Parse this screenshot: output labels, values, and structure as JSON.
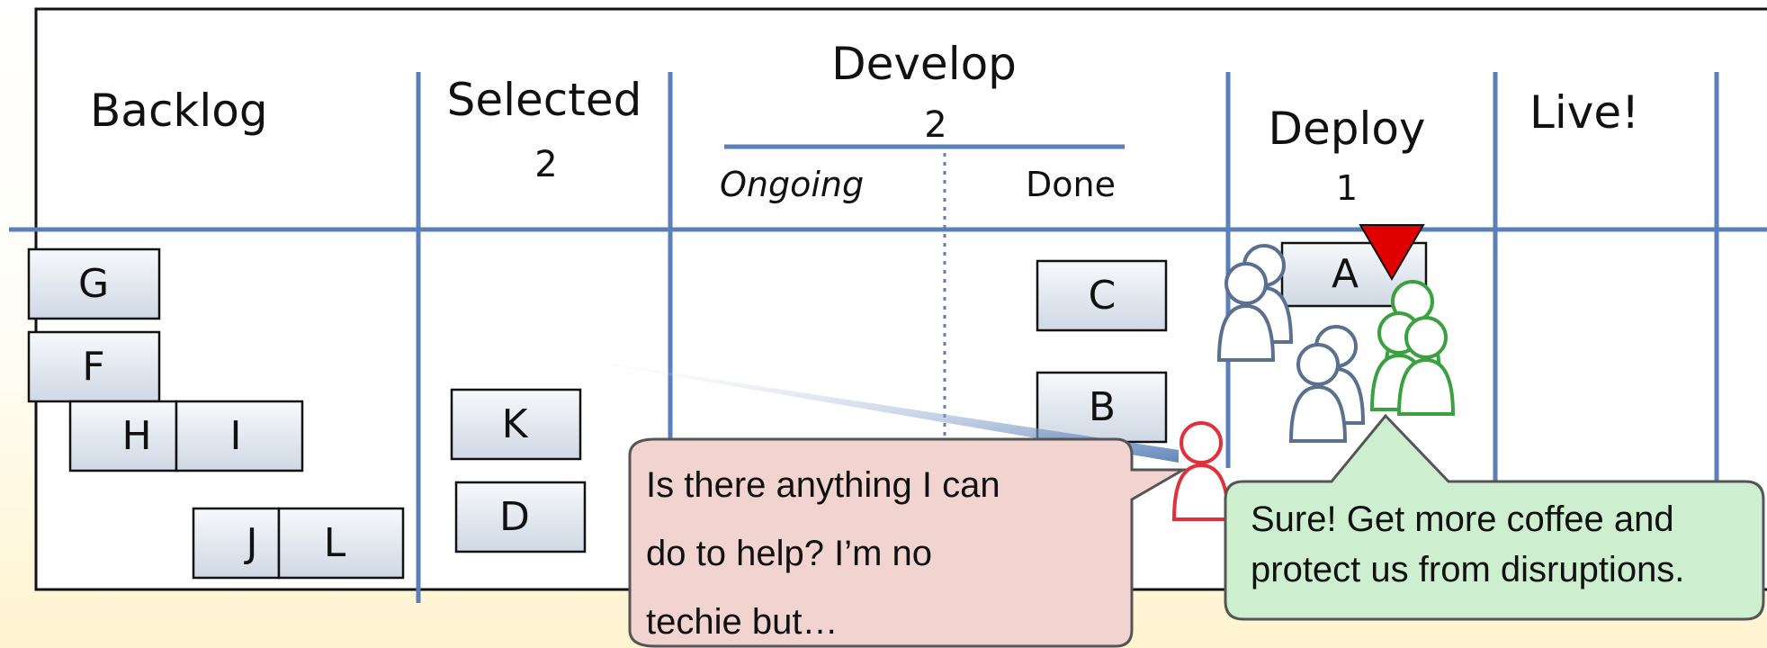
{
  "columns": {
    "backlog": "Backlog",
    "selected": "Selected",
    "selected_limit": "2",
    "develop": "Develop",
    "develop_limit": "2",
    "ongoing": "Ongoing",
    "done": "Done",
    "deploy": "Deploy",
    "deploy_limit": "1",
    "live": "Live!"
  },
  "cards": {
    "g": "G",
    "f": "F",
    "h": "H",
    "i": "I",
    "j": "J",
    "l": "L",
    "k": "K",
    "d": "D",
    "c": "C",
    "b": "B",
    "a": "A"
  },
  "bubbles": {
    "manager_line1": "Is there anything I can",
    "manager_line2": "do to help? I’m no",
    "manager_line3": "techie but…",
    "team_line1": "Sure! Get more coffee and",
    "team_line2": "protect us from disruptions."
  },
  "colors": {
    "grid_line": "#5b7fb7",
    "bottleneck_marker": "#e00000",
    "manager_person": "#e0303a",
    "team_green": "#3aa040",
    "team_blue": "#5a7090",
    "manager_bubble": "#f1d4d0",
    "team_bubble": "#cdeecf"
  }
}
